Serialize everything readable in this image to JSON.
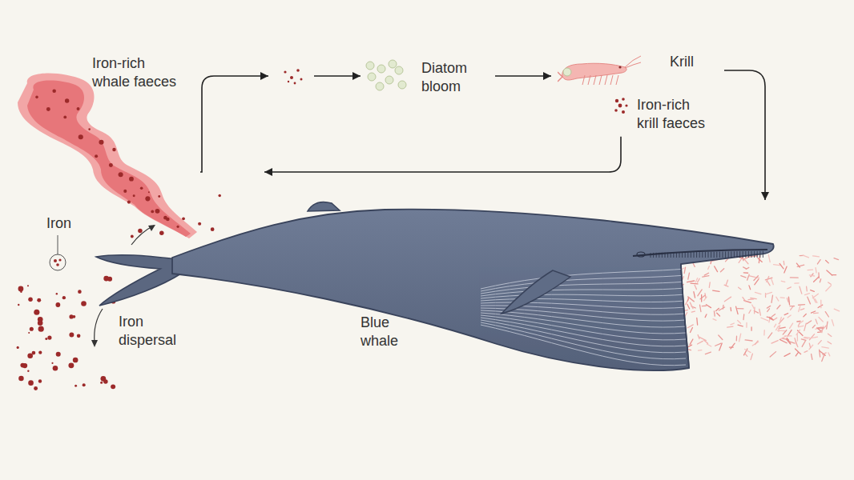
{
  "diagram": {
    "nodes": [
      {
        "text": [
          "Iron-rich whale faeces"
        ]
      },
      {
        "text": [
          "Diatom bloom"
        ]
      },
      {
        "text": [
          "Krill"
        ]
      },
      {
        "text": [
          "Iron-rich krill faeces"
        ]
      },
      {
        "text": [
          "Blue whale"
        ]
      }
    ],
    "edges": [
      {
        "from": 0,
        "to": 1,
        "arrow": "to"
      },
      {
        "from": 1,
        "to": 2,
        "arrow": "to"
      },
      {
        "from": 2,
        "to": 4,
        "arrow": "to"
      },
      {
        "from": 3,
        "to": 0,
        "arrow": "to"
      }
    ],
    "labels": [
      "Iron",
      "Iron dispersal"
    ]
  }
}
